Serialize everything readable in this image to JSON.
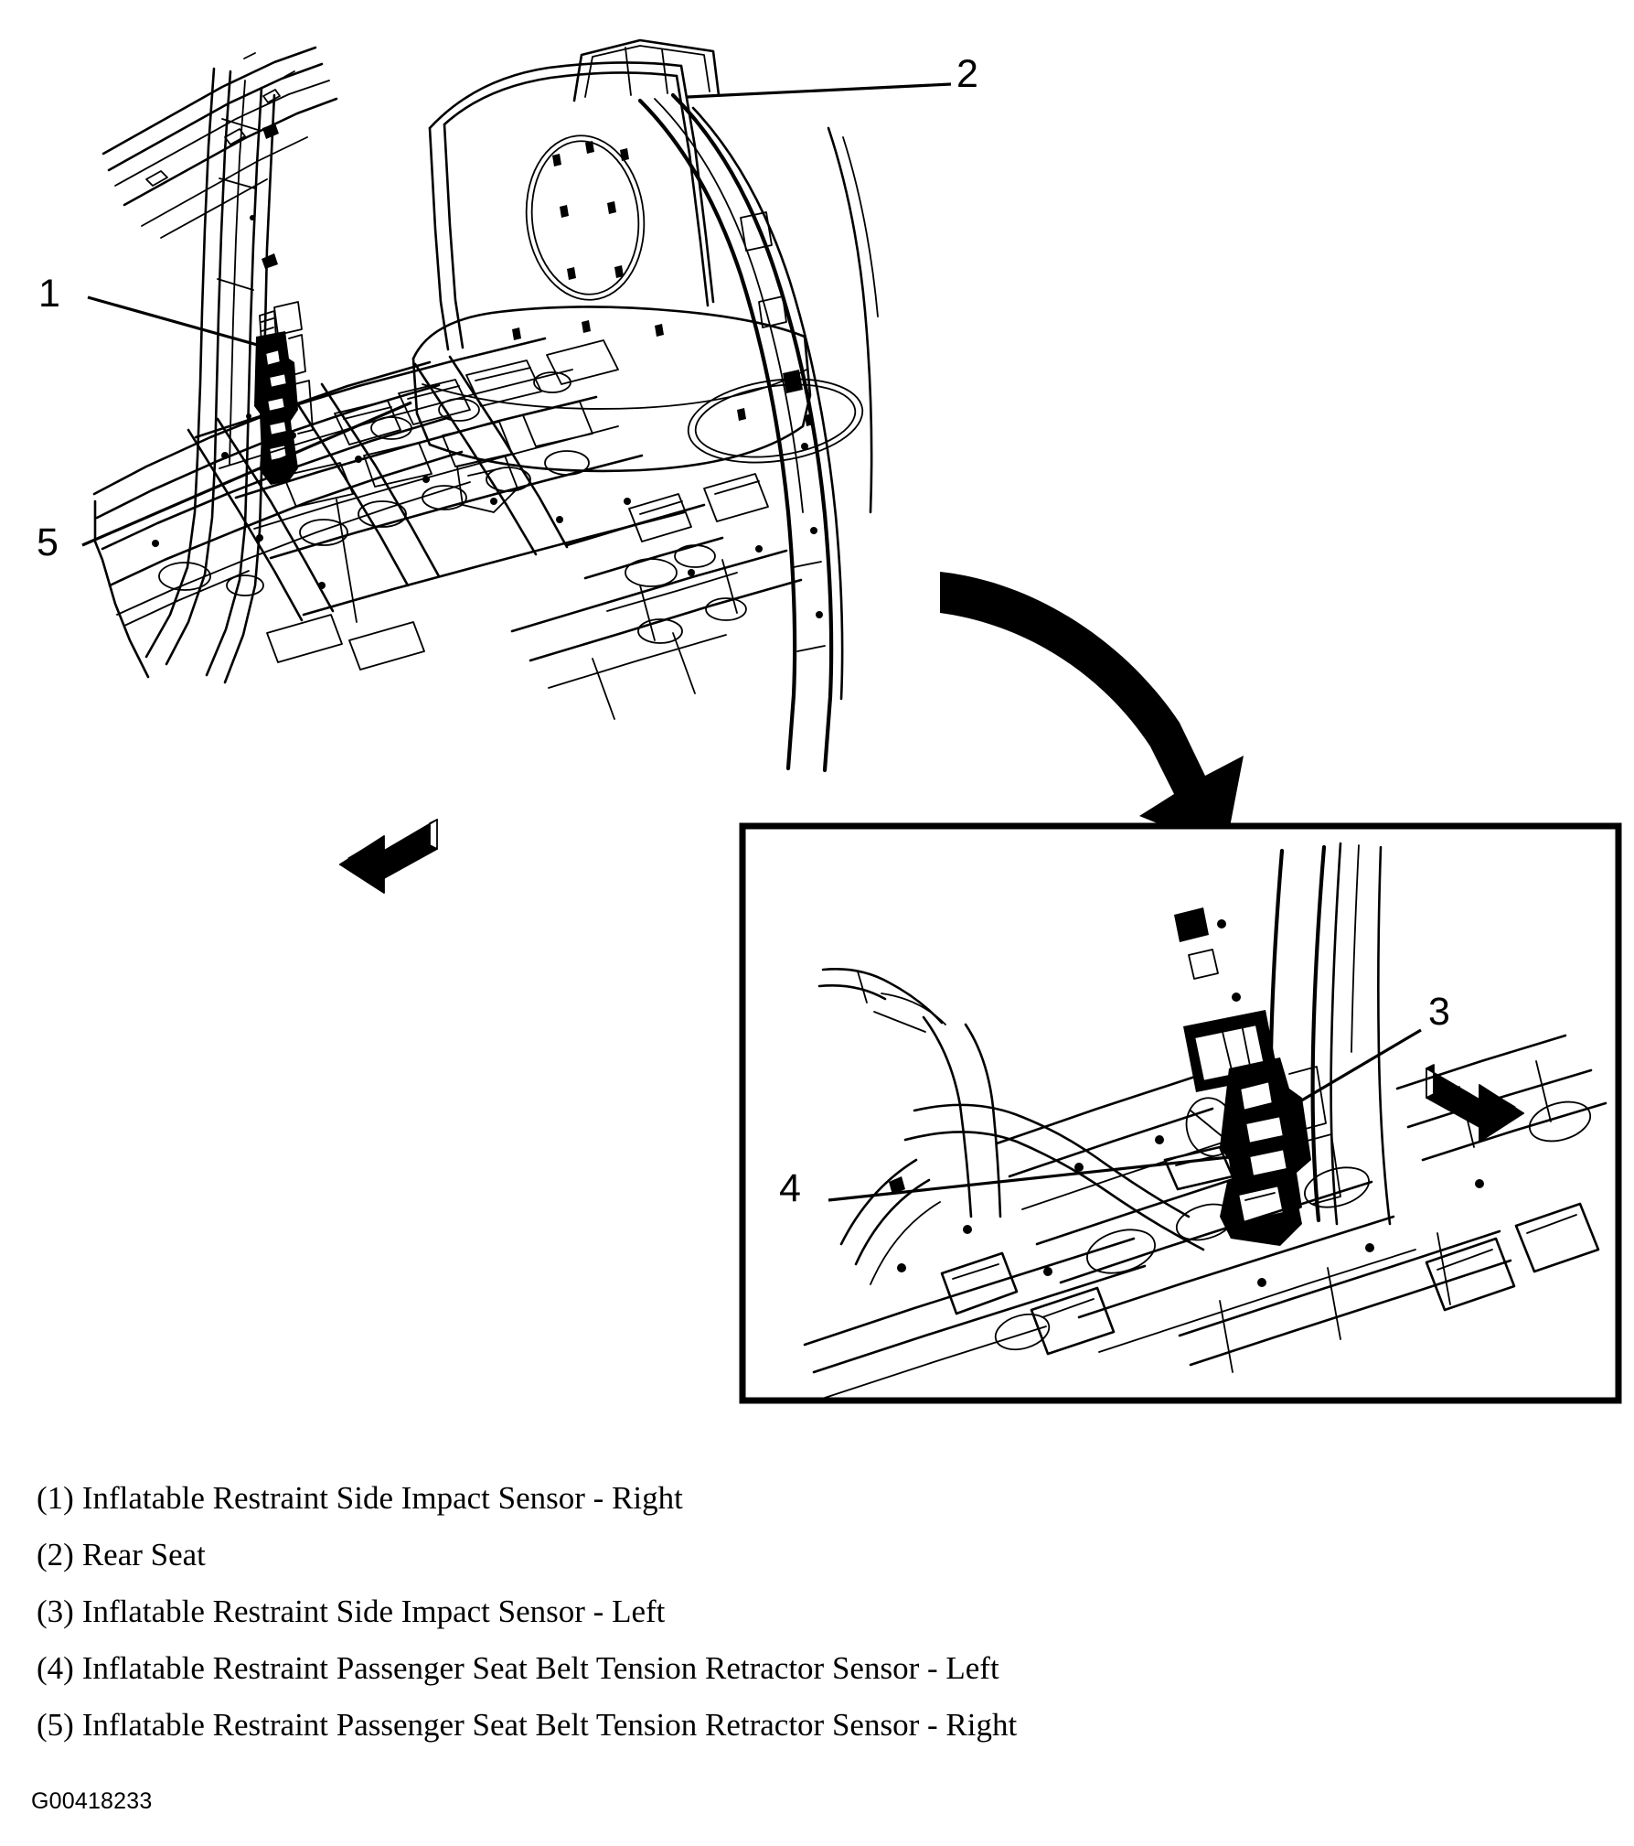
{
  "document": {
    "type": "automotive service manual illustration",
    "figure_id": "G00418233"
  },
  "callouts": [
    {
      "id": "1",
      "label": "1"
    },
    {
      "id": "2",
      "label": "2"
    },
    {
      "id": "3",
      "label": "3"
    },
    {
      "id": "4",
      "label": "4"
    },
    {
      "id": "5",
      "label": "5"
    }
  ],
  "legend": {
    "items": [
      {
        "number": "(1)",
        "text": "Inflatable Restraint Side Impact Sensor - Right"
      },
      {
        "number": "(2)",
        "text": "Rear Seat"
      },
      {
        "number": "(3)",
        "text": "Inflatable Restraint Side Impact Sensor - Left"
      },
      {
        "number": "(4)",
        "text": "Inflatable Restraint Passenger Seat Belt Tension Retractor Sensor - Left"
      },
      {
        "number": "(5)",
        "text": "Inflatable Restraint Passenger Seat Belt Tension Retractor Sensor - Right"
      }
    ]
  },
  "figure": {
    "main_view_description": "Vehicle body cutaway, right side rear interior showing B-pillar, floor pan and rear seat",
    "detail_view_description": "Enlarged detail of left B-pillar base showing side impact sensor and seat belt tension retractor sensor",
    "stroke_color": "#000000",
    "fill_color": "#ffffff"
  }
}
